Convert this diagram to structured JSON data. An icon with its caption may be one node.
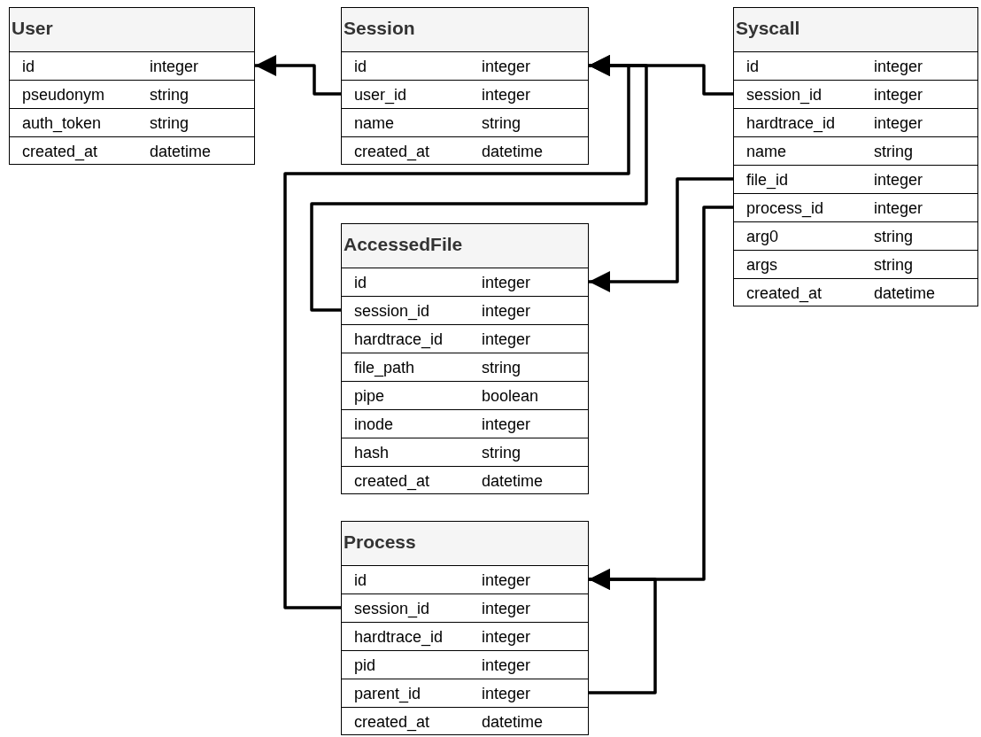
{
  "diagram": {
    "nodes": [
      {
        "text": [
          "User"
        ]
      },
      {
        "text": [
          "id",
          "integer"
        ],
        "in": 0
      },
      {
        "text": [
          "pseudonym",
          "string"
        ],
        "in": 0
      },
      {
        "text": [
          "auth_token",
          "string"
        ],
        "in": 0
      },
      {
        "text": [
          "created_at",
          "datetime"
        ],
        "in": 0
      },
      {
        "text": [
          "Session"
        ]
      },
      {
        "text": [
          "id",
          "integer"
        ],
        "in": 5
      },
      {
        "text": [
          "user_id",
          "integer"
        ],
        "in": 5
      },
      {
        "text": [
          "name",
          "string"
        ],
        "in": 5
      },
      {
        "text": [
          "created_at",
          "datetime"
        ],
        "in": 5
      },
      {
        "text": [
          "Syscall"
        ]
      },
      {
        "text": [
          "id",
          "integer"
        ],
        "in": 10
      },
      {
        "text": [
          "session_id",
          "integer"
        ],
        "in": 10
      },
      {
        "text": [
          "hardtrace_id",
          "integer"
        ],
        "in": 10
      },
      {
        "text": [
          "name",
          "string"
        ],
        "in": 10
      },
      {
        "text": [
          "file_id",
          "integer"
        ],
        "in": 10
      },
      {
        "text": [
          "process_id",
          "integer"
        ],
        "in": 10
      },
      {
        "text": [
          "arg0",
          "string"
        ],
        "in": 10
      },
      {
        "text": [
          "args",
          "string"
        ],
        "in": 10
      },
      {
        "text": [
          "created_at",
          "datetime"
        ],
        "in": 10
      },
      {
        "text": [
          "AccessedFile"
        ]
      },
      {
        "text": [
          "id",
          "integer"
        ],
        "in": 20
      },
      {
        "text": [
          "session_id",
          "integer"
        ],
        "in": 20
      },
      {
        "text": [
          "hardtrace_id",
          "integer"
        ],
        "in": 20
      },
      {
        "text": [
          "file_path",
          "string"
        ],
        "in": 20
      },
      {
        "text": [
          "pipe",
          "boolean"
        ],
        "in": 20
      },
      {
        "text": [
          "inode",
          "integer"
        ],
        "in": 20
      },
      {
        "text": [
          "hash",
          "string"
        ],
        "in": 20
      },
      {
        "text": [
          "created_at",
          "datetime"
        ],
        "in": 20
      },
      {
        "text": [
          "Process"
        ]
      },
      {
        "text": [
          "id",
          "integer"
        ],
        "in": 29
      },
      {
        "text": [
          "session_id",
          "integer"
        ],
        "in": 29
      },
      {
        "text": [
          "hardtrace_id",
          "integer"
        ],
        "in": 29
      },
      {
        "text": [
          "pid",
          "integer"
        ],
        "in": 29
      },
      {
        "text": [
          "parent_id",
          "integer"
        ],
        "in": 29
      },
      {
        "text": [
          "created_at",
          "datetime"
        ],
        "in": 29
      }
    ],
    "edges": [
      {
        "from": 7,
        "to": 1,
        "arrow": "to"
      },
      {
        "from": 12,
        "to": 6,
        "arrow": "to"
      },
      {
        "from": 22,
        "to": 6,
        "arrow": "to"
      },
      {
        "from": 31,
        "to": 6,
        "arrow": "to"
      },
      {
        "from": 15,
        "to": 21,
        "arrow": "to"
      },
      {
        "from": 16,
        "to": 30,
        "arrow": "to"
      },
      {
        "from": 34,
        "to": 30,
        "arrow": "to"
      }
    ]
  }
}
